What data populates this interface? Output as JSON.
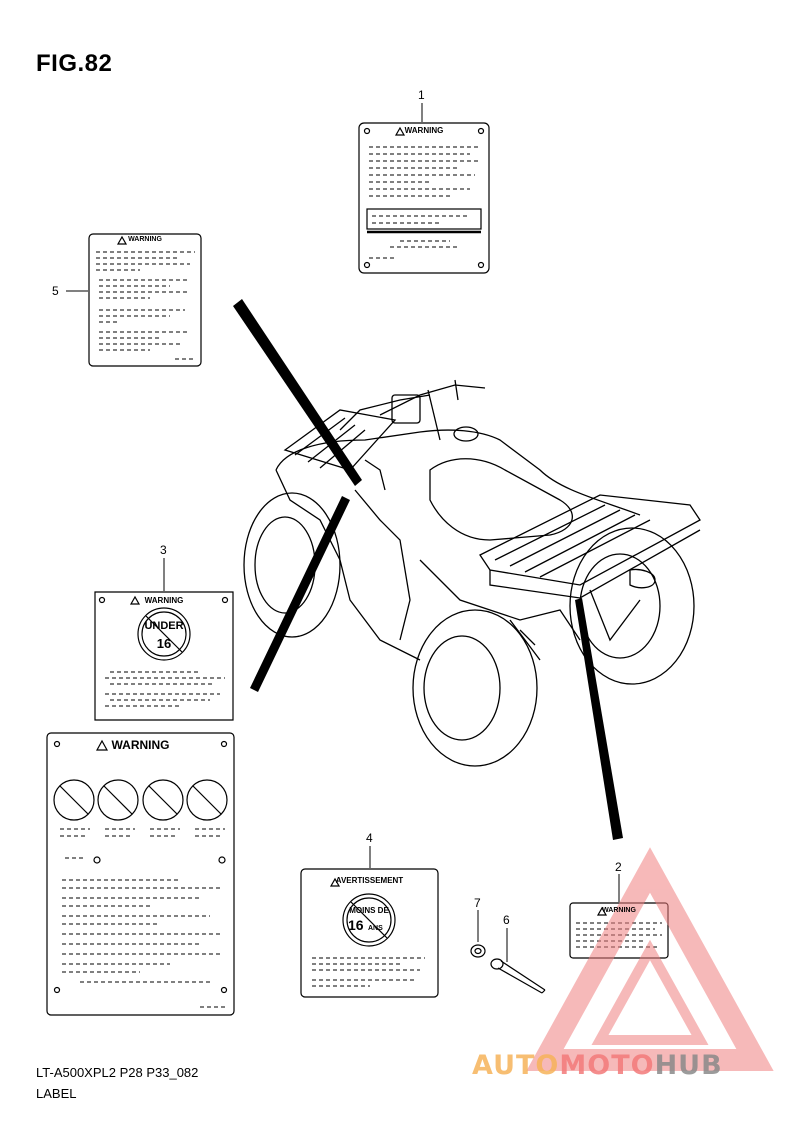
{
  "figure": {
    "title": "FIG.82"
  },
  "footer": {
    "code": "LT-A500XPL2 P28 P33_082",
    "caption": "LABEL"
  },
  "callouts": [
    "1",
    "2",
    "3",
    "4",
    "5",
    "6",
    "7"
  ],
  "labels": {
    "warning": "WARNING",
    "avertissement": "AVERTISSEMENT",
    "under_top": "UNDER",
    "under_num": "16",
    "moins_top": "MOINS DE",
    "moins_num": "16",
    "moins_suffix": "ANS"
  },
  "watermark": {
    "part1": "AUTO",
    "part2": "MOTO",
    "part3": "HUB",
    "color1": "#f6b35a",
    "color2": "#f37a7a",
    "color3": "#8a8a8a"
  }
}
